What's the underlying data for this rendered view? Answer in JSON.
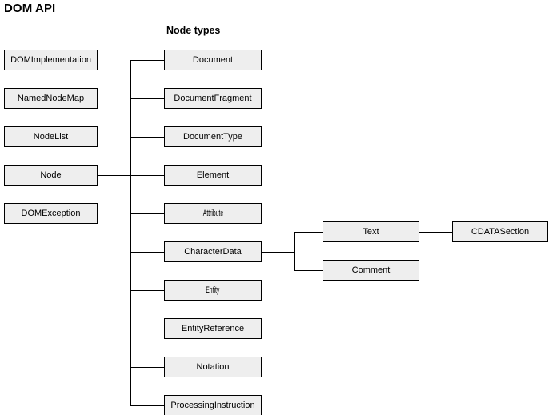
{
  "diagram": {
    "title": "DOM API",
    "subtitle": "Node types",
    "colors": {
      "box_fill": "#eeeeee",
      "box_border": "#000000",
      "line": "#000000",
      "background": "#ffffff",
      "text": "#000000"
    },
    "left_column": {
      "label": "DOM API",
      "boxes": [
        {
          "label": "DOMImplementation"
        },
        {
          "label": "NamedNodeMap"
        },
        {
          "label": "NodeList"
        },
        {
          "label": "Node"
        },
        {
          "label": "DOMException"
        }
      ]
    },
    "node_types_column": {
      "label": "Node types",
      "boxes": [
        {
          "label": "Document"
        },
        {
          "label": "DocumentFragment"
        },
        {
          "label": "DocumentType"
        },
        {
          "label": "Element"
        },
        {
          "label": "Attribute"
        },
        {
          "label": "CharacterData"
        },
        {
          "label": "Entity"
        },
        {
          "label": "EntityReference"
        },
        {
          "label": "Notation"
        },
        {
          "label": "ProcessingInstruction"
        }
      ]
    },
    "character_data_children": {
      "parent": "CharacterData",
      "boxes": [
        {
          "label": "Text"
        },
        {
          "label": "Comment"
        }
      ]
    },
    "text_children": {
      "parent": "Text",
      "boxes": [
        {
          "label": "CDATASection"
        }
      ]
    }
  }
}
